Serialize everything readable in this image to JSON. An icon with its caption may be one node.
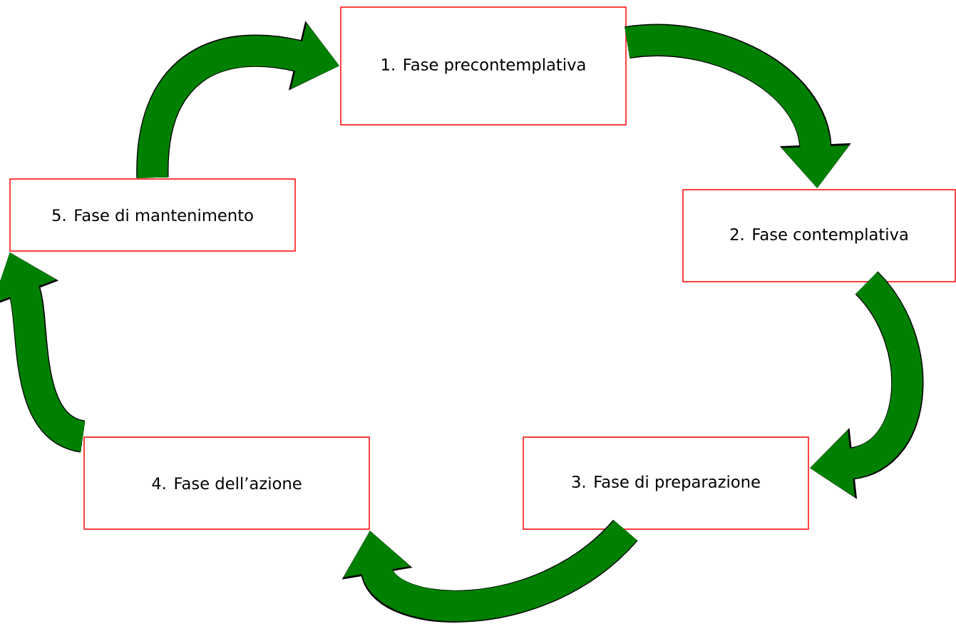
{
  "diagram": {
    "nodes": [
      {
        "text": [
          "1. Fase precontemplativa"
        ]
      },
      {
        "text": [
          "2. Fase contemplativa"
        ]
      },
      {
        "text": [
          "3. Fase di preparazione"
        ]
      },
      {
        "text": [
          "4. Fase dell’azione"
        ]
      },
      {
        "text": [
          "5. Fase di mantenimento"
        ]
      }
    ],
    "edges": [
      {
        "from": 0,
        "to": 1,
        "arrow": "to"
      },
      {
        "from": 1,
        "to": 2,
        "arrow": "to"
      },
      {
        "from": 2,
        "to": 3,
        "arrow": "to"
      },
      {
        "from": 3,
        "to": 4,
        "arrow": "to"
      },
      {
        "from": 4,
        "to": 0,
        "arrow": "to"
      }
    ]
  }
}
